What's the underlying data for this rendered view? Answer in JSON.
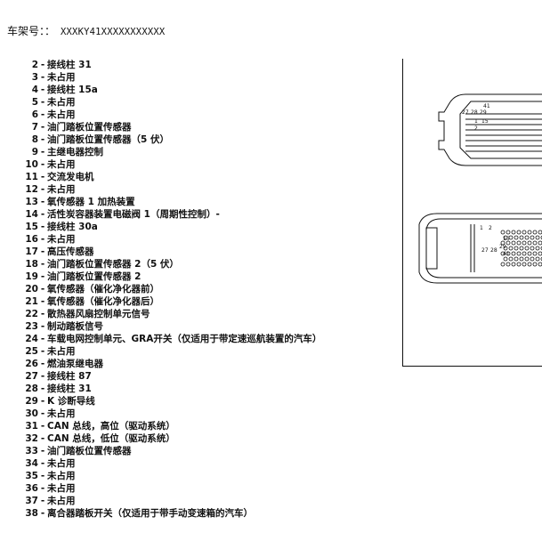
{
  "header": {
    "vin_label": "车架号：：",
    "vin_value": "XXXKY41XXXXXXXXXXX"
  },
  "pins": [
    {
      "num": "2",
      "desc": "接线柱 31"
    },
    {
      "num": "3",
      "desc": "未占用"
    },
    {
      "num": "4",
      "desc": "接线柱 15a"
    },
    {
      "num": "5",
      "desc": "未占用"
    },
    {
      "num": "6",
      "desc": "未占用"
    },
    {
      "num": "7",
      "desc": "油门踏板位置传感器"
    },
    {
      "num": "8",
      "desc": "油门踏板位置传感器（5 伏）"
    },
    {
      "num": "9",
      "desc": "主继电器控制"
    },
    {
      "num": "10",
      "desc": "未占用"
    },
    {
      "num": "11",
      "desc": "交流发电机"
    },
    {
      "num": "12",
      "desc": "未占用"
    },
    {
      "num": "13",
      "desc": "氧传感器 1 加热装置"
    },
    {
      "num": "14",
      "desc": "活性炭容器装置电磁阀 1（周期性控制）-"
    },
    {
      "num": "15",
      "desc": "接线柱 30a"
    },
    {
      "num": "16",
      "desc": "未占用"
    },
    {
      "num": "17",
      "desc": "高压传感器"
    },
    {
      "num": "18",
      "desc": "油门踏板位置传感器 2（5 伏）"
    },
    {
      "num": "19",
      "desc": "油门踏板位置传感器 2"
    },
    {
      "num": "20",
      "desc": "氧传感器（催化净化器前）"
    },
    {
      "num": "21",
      "desc": "氧传感器（催化净化器后）"
    },
    {
      "num": "22",
      "desc": "散热器风扇控制单元信号"
    },
    {
      "num": "23",
      "desc": "制动踏板信号"
    },
    {
      "num": "24",
      "desc": "车载电网控制单元、GRA开关（仅适用于带定速巡航装置的汽车）"
    },
    {
      "num": "25",
      "desc": "未占用"
    },
    {
      "num": "26",
      "desc": "燃油泵继电器"
    },
    {
      "num": "27",
      "desc": "接线柱 87"
    },
    {
      "num": "28",
      "desc": "接线柱 31"
    },
    {
      "num": "29",
      "desc": "K 诊断导线"
    },
    {
      "num": "30",
      "desc": "未占用"
    },
    {
      "num": "31",
      "desc": "CAN 总线，高位（驱动系统）"
    },
    {
      "num": "32",
      "desc": "CAN 总线，低位（驱动系统）"
    },
    {
      "num": "33",
      "desc": "油门踏板位置传感器"
    },
    {
      "num": "34",
      "desc": "未占用"
    },
    {
      "num": "35",
      "desc": "未占用"
    },
    {
      "num": "36",
      "desc": "未占用"
    },
    {
      "num": "37",
      "desc": "未占用"
    },
    {
      "num": "38",
      "desc": "离合器踏板开关（仅适用于带手动变速箱的汽车）"
    }
  ],
  "figure": {
    "top_connector_labels": {
      "a": "41",
      "b": "27",
      "c": "28",
      "d": "29",
      "e": "1",
      "f": "15",
      "g": "2"
    },
    "bottom_connector_labels": {
      "a": "1",
      "b": "2",
      "c": "15",
      "d": "29",
      "e": "27",
      "f": "28",
      "g": "41"
    }
  }
}
